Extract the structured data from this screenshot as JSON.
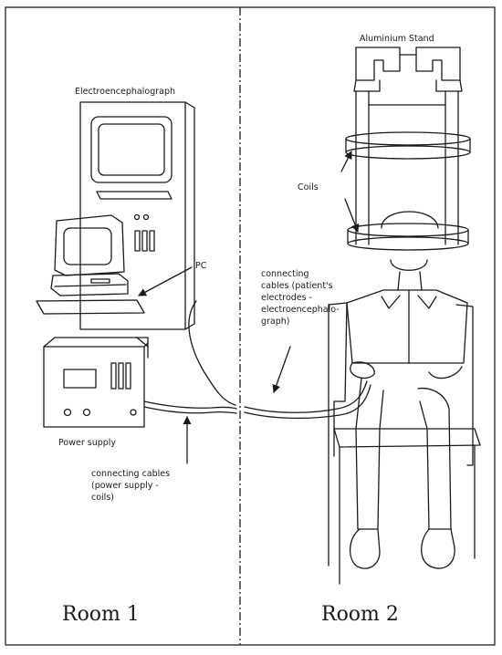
{
  "title": "Electroencephalograph",
  "labels": {
    "stand": "Aluminium Stand",
    "coils": "Coils",
    "pc": "PC",
    "patient_cables": [
      "connecting",
      "cables (patient's",
      "electrodes -",
      "electroencephalo-",
      "graph)"
    ],
    "power_supply": "Power supply",
    "power_cables": [
      "connecting cables",
      "(power supply -",
      "coils)"
    ]
  },
  "rooms": {
    "room1": "Room 1",
    "room2": "Room 2"
  },
  "colors": {
    "line": "#1a1a1a",
    "border": "#333333",
    "background": "#ffffff"
  }
}
